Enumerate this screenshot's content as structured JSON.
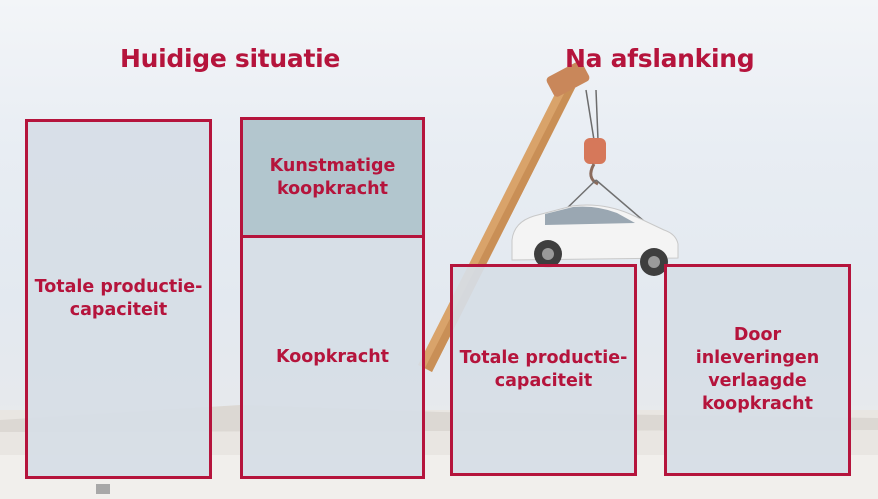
{
  "headings": {
    "current": "Huidige situatie",
    "after": "Na afslanking"
  },
  "current_situation": {
    "total_capacity": "Totale productie-\ncapaciteit",
    "artificial_purchasing_power": "Kunstmatige\nkoopkracht",
    "purchasing_power": "Koopkracht"
  },
  "after_slimming": {
    "total_capacity": "Totale productie-\ncapaciteit",
    "reduced_purchasing_power": "Door\ninleveringen\nverlaagde\nkoopkracht"
  },
  "colors": {
    "accent": "#b5143c",
    "box_fill": "#d6dee6",
    "box_fill_dark": "#b0c4cc"
  }
}
